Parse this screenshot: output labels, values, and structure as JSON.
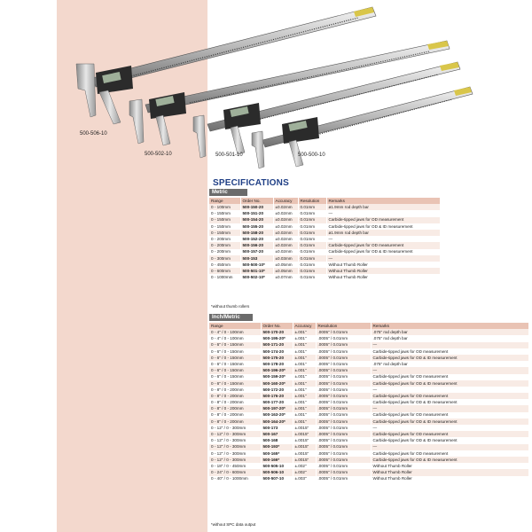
{
  "product_captions": {
    "c1": "500-506-10",
    "c2": "500-502-10",
    "c3": "500-501-10",
    "c4": "500-500-10"
  },
  "caliper_display_values": [
    "0.02",
    "0.00",
    "0.00",
    "0.00"
  ],
  "specifications_title": "SPECIFICATIONS",
  "metric": {
    "label": "Metric",
    "headers": [
      "Range",
      "Order No.",
      "Accuracy",
      "Resolution",
      "Remarks"
    ],
    "rows": [
      [
        "0 - 100mm",
        "500-150-20",
        "±0.02mm",
        "0.01mm",
        "ø1.9mm rod depth bar"
      ],
      [
        "0 - 150mm",
        "500-151-20",
        "±0.02mm",
        "0.01mm",
        "—"
      ],
      [
        "0 - 150mm",
        "500-154-20",
        "±0.02mm",
        "0.01mm",
        "Carbide-tipped jaws for OD measurement"
      ],
      [
        "0 - 150mm",
        "500-155-20",
        "±0.02mm",
        "0.01mm",
        "Carbide-tipped jaws for OD & ID measurement"
      ],
      [
        "0 - 150mm",
        "500-158-20",
        "±0.02mm",
        "0.01mm",
        "ø1.9mm rod depth bar"
      ],
      [
        "0 - 200mm",
        "500-152-20",
        "±0.02mm",
        "0.01mm",
        "—"
      ],
      [
        "0 - 200mm",
        "500-156-20",
        "±0.02mm",
        "0.01mm",
        "Carbide-tipped jaws for OD measurement"
      ],
      [
        "0 - 200mm",
        "500-157-20",
        "±0.02mm",
        "0.01mm",
        "Carbide-tipped jaws for OD & ID measurement"
      ],
      [
        "0 - 300mm",
        "500-153",
        "±0.03mm",
        "0.01mm",
        "—"
      ],
      [
        "0 - 450mm",
        "500-500-10*",
        "±0.05mm",
        "0.01mm",
        "Without Thumb Roller"
      ],
      [
        "0 - 600mm",
        "500-501-10*",
        "±0.05mm",
        "0.01mm",
        "Without Thumb Roller"
      ],
      [
        "0 - 1000mm",
        "500-502-10*",
        "±0.07mm",
        "0.01mm",
        "Without Thumb Roller"
      ]
    ],
    "note": "*without thumb rollers"
  },
  "inch_metric": {
    "label": "Inch/Metric",
    "headers": [
      "Range",
      "Order No.",
      "Accuracy",
      "Resolution",
      "Remarks"
    ],
    "rows": [
      [
        "0 - 4\" / 0 - 100mm",
        "500-170-20",
        "±.001\"",
        ".0005\" / 0.01mm",
        ".075\" rod depth bar"
      ],
      [
        "0 - 4\" / 0 - 100mm",
        "500-195-20*",
        "±.001\"",
        ".0005\" / 0.01mm",
        ".075\" rod depth bar"
      ],
      [
        "0 - 6\" / 0 - 150mm",
        "500-171-20",
        "±.001\"",
        ".0005\" / 0.01mm",
        "—"
      ],
      [
        "0 - 6\" / 0 - 150mm",
        "500-174-20",
        "±.001\"",
        ".0005\" / 0.01mm",
        "Carbide-tipped jaws for OD measurement"
      ],
      [
        "0 - 6\" / 0 - 150mm",
        "500-175-20",
        "±.001\"",
        ".0005\" / 0.01mm",
        "Carbide-tipped jaws for OD & ID measurement"
      ],
      [
        "0 - 6\" / 0 - 150mm",
        "500-178-20",
        "±.001\"",
        ".0005\" / 0.01mm",
        ".075\" rod depth bar"
      ],
      [
        "0 - 6\" / 0 - 150mm",
        "500-196-20*",
        "±.001\"",
        ".0005\" / 0.01mm",
        "—"
      ],
      [
        "0 - 6\" / 0 - 150mm",
        "500-159-20*",
        "±.001\"",
        ".0005\" / 0.01mm",
        "Carbide-tipped jaws for OD measurement"
      ],
      [
        "0 - 6\" / 0 - 150mm",
        "500-160-20*",
        "±.001\"",
        ".0005\" / 0.01mm",
        "Carbide-tipped jaws for OD & ID measurement"
      ],
      [
        "0 - 8\" / 0 - 200mm",
        "500-172-20",
        "±.001\"",
        ".0005\" / 0.01mm",
        "—"
      ],
      [
        "0 - 8\" / 0 - 200mm",
        "500-176-20",
        "±.001\"",
        ".0005\" / 0.01mm",
        "Carbide-tipped jaws for OD measurement"
      ],
      [
        "0 - 8\" / 0 - 200mm",
        "500-177-20",
        "±.001\"",
        ".0005\" / 0.01mm",
        "Carbide-tipped jaws for OD & ID measurement"
      ],
      [
        "0 - 8\" / 0 - 200mm",
        "500-197-20*",
        "±.001\"",
        ".0005\" / 0.01mm",
        "—"
      ],
      [
        "0 - 8\" / 0 - 200mm",
        "500-163-20*",
        "±.001\"",
        ".0005\" / 0.01mm",
        "Carbide-tipped jaws for OD measurement"
      ],
      [
        "0 - 8\" / 0 - 200mm",
        "500-164-20*",
        "±.001\"",
        ".0005\" / 0.01mm",
        "Carbide-tipped jaws for OD & ID measurement"
      ],
      [
        "0 - 12\" / 0 - 300mm",
        "500-173",
        "±.0015\"",
        ".0005\" / 0.01mm",
        "—"
      ],
      [
        "0 - 12\" / 0 - 300mm",
        "500-167",
        "±.0015\"",
        ".0005\" / 0.01mm",
        "Carbide-tipped jaws for OD measurement"
      ],
      [
        "0 - 12\" / 0 - 300mm",
        "500-168",
        "±.0015\"",
        ".0005\" / 0.01mm",
        "Carbide-tipped jaws for OD & ID measurement"
      ],
      [
        "0 - 12\" / 0 - 300mm",
        "500-193*",
        "±.0015\"",
        ".0005\" / 0.01mm",
        "—"
      ],
      [
        "0 - 12\" / 0 - 300mm",
        "500-165*",
        "±.0015\"",
        ".0005\" / 0.01mm",
        "Carbide-tipped jaws for OD measurement"
      ],
      [
        "0 - 12\" / 0 - 300mm",
        "500-166*",
        "±.0015\"",
        ".0005\" / 0.01mm",
        "Carbide-tipped jaws for OD & ID measurement"
      ],
      [
        "0 - 18\" / 0 - 450mm",
        "500-505-10",
        "±.002\"",
        ".0005\" / 0.01mm",
        "Without Thumb Roller"
      ],
      [
        "0 - 24\" / 0 - 600mm",
        "500-506-10",
        "±.002\"",
        ".0005\" / 0.01mm",
        "Without Thumb Roller"
      ],
      [
        "0 - 40\" / 0 - 1000mm",
        "500-507-10",
        "±.003\"",
        ".0005\" / 0.01mm",
        "Without Thumb Roller"
      ]
    ],
    "note": "*without SPC data output"
  },
  "colors": {
    "title_blue": "#1f3f86",
    "header_bg": "#e9c3b4",
    "row_tint": "#f8ebe5",
    "panel_pink": "#f3d8cd",
    "bar_gray": "#6b6b6b"
  }
}
